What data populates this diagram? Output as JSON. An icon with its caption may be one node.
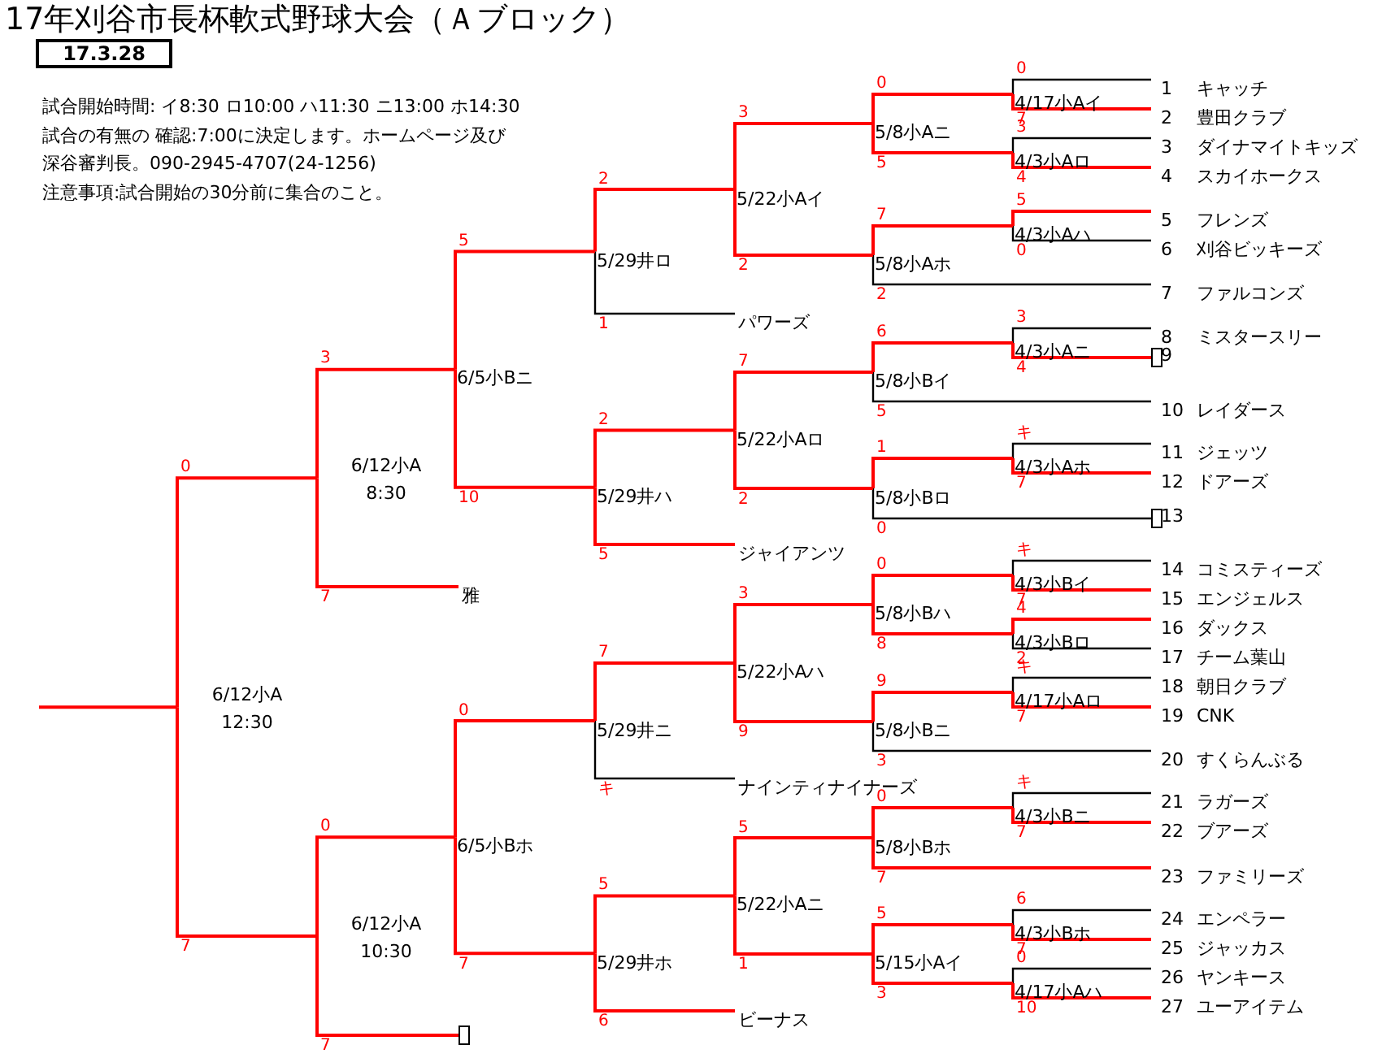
{
  "diagram": {
    "title": "17年刈谷市長杯軟式野球大会（Ａブロック）",
    "nodes": [
      {
        "text": [
          "17.3.28"
        ]
      },
      {
        "text": [
          "キャッチ"
        ],
        "beside": [
          "1"
        ]
      },
      {
        "text": [
          "豊田クラブ"
        ],
        "beside": [
          "2"
        ]
      },
      {
        "text": [
          "ダイナマイトキッズ"
        ],
        "beside": [
          "3"
        ]
      },
      {
        "text": [
          "スカイホークス"
        ],
        "beside": [
          "4"
        ]
      },
      {
        "text": [
          "フレンズ"
        ],
        "beside": [
          "5"
        ]
      },
      {
        "text": [
          "刈谷ビッキーズ"
        ],
        "beside": [
          "6"
        ]
      },
      {
        "text": [
          "ファルコンズ"
        ],
        "beside": [
          "7"
        ]
      },
      {
        "text": [
          "ミスタースリー"
        ],
        "beside": [
          "8"
        ]
      },
      {
        "text": [],
        "shape": "box"
      },
      {
        "text": [
          "レイダース"
        ],
        "beside": [
          "10"
        ]
      },
      {
        "text": [
          "ジェッツ"
        ],
        "beside": [
          "11"
        ]
      },
      {
        "text": [
          "ドアーズ"
        ],
        "beside": [
          "12"
        ]
      },
      {
        "text": [],
        "shape": "box"
      },
      {
        "text": [
          "コミスティーズ"
        ],
        "beside": [
          "14"
        ]
      },
      {
        "text": [
          "エンジェルス"
        ],
        "beside": [
          "15"
        ]
      },
      {
        "text": [
          "ダックス"
        ],
        "beside": [
          "16"
        ]
      },
      {
        "text": [
          "チーム葉山"
        ],
        "beside": [
          "17"
        ]
      },
      {
        "text": [
          "朝日クラブ"
        ],
        "beside": [
          "18"
        ]
      },
      {
        "text": [
          "CNK"
        ],
        "beside": [
          "19"
        ]
      },
      {
        "text": [
          "すくらんぶる"
        ],
        "beside": [
          "20"
        ]
      },
      {
        "text": [
          "ラガーズ"
        ],
        "beside": [
          "21"
        ]
      },
      {
        "text": [
          "ブアーズ"
        ],
        "beside": [
          "22"
        ]
      },
      {
        "text": [
          "ファミリーズ"
        ],
        "beside": [
          "23"
        ]
      },
      {
        "text": [
          "エンペラー"
        ],
        "beside": [
          "24"
        ]
      },
      {
        "text": [
          "ジャッカス"
        ],
        "beside": [
          "25"
        ]
      },
      {
        "text": [
          "ヤンキース"
        ],
        "beside": [
          "26"
        ]
      },
      {
        "text": [
          "ユーアイテム"
        ],
        "beside": [
          "27"
        ]
      },
      {
        "text": [
          "パワーズ"
        ]
      },
      {
        "text": [
          "ジャイアンツ"
        ]
      },
      {
        "text": [
          "ナインティナイナーズ"
        ]
      },
      {
        "text": [
          "ビーナス"
        ]
      },
      {
        "text": [
          "雅"
        ]
      },
      {
        "text": [],
        "shape": "box"
      },
      {
        "text": [
          "4/17小Aイ"
        ]
      },
      {
        "text": [
          "4/3小Aロ"
        ]
      },
      {
        "text": [
          "4/3小Aハ"
        ]
      },
      {
        "text": [
          "4/3小Aニ"
        ]
      },
      {
        "text": [
          "4/3小Aホ"
        ]
      },
      {
        "text": [
          "4/3小Bイ"
        ]
      },
      {
        "text": [
          "4/3小Bロ"
        ]
      },
      {
        "text": [
          "4/17小Aロ"
        ]
      },
      {
        "text": [
          "4/3小Bニ"
        ]
      },
      {
        "text": [
          "4/3小Bホ"
        ]
      },
      {
        "text": [
          "4/17小Aハ"
        ]
      },
      {
        "text": [
          "5/8小Aニ"
        ]
      },
      {
        "text": [
          "5/8小Aホ"
        ]
      },
      {
        "text": [
          "5/8小Bイ"
        ]
      },
      {
        "text": [
          "5/8小Bロ"
        ]
      },
      {
        "text": [
          "5/8小Bハ"
        ]
      },
      {
        "text": [
          "5/8小Bニ"
        ]
      },
      {
        "text": [
          "5/8小Bホ"
        ]
      },
      {
        "text": [
          "5/15小Aイ"
        ]
      },
      {
        "text": [
          "5/22小Aイ"
        ]
      },
      {
        "text": [
          "5/22小Aロ"
        ]
      },
      {
        "text": [
          "5/22小Aハ"
        ]
      },
      {
        "text": [
          "5/22小Aニ"
        ]
      },
      {
        "text": [
          "5/29井ロ"
        ]
      },
      {
        "text": [
          "5/29井ハ"
        ]
      },
      {
        "text": [
          "5/29井ニ"
        ]
      },
      {
        "text": [
          "5/29井ホ"
        ]
      },
      {
        "text": [
          "6/5小Bニ"
        ]
      },
      {
        "text": [
          "6/5小Bホ"
        ]
      },
      {
        "text": [
          "6/12小A",
          "8:30"
        ]
      },
      {
        "text": [
          "6/12小A",
          "10:30"
        ]
      },
      {
        "text": [
          "6/12小A",
          "12:30"
        ]
      }
    ],
    "edges": [
      {
        "from": 1,
        "to": 34,
        "arrow": "none",
        "label": "0",
        "color": "#000000"
      },
      {
        "from": 2,
        "to": 34,
        "arrow": "none",
        "label": "7"
      },
      {
        "from": 3,
        "to": 35,
        "arrow": "none",
        "label": "3",
        "color": "#000000"
      },
      {
        "from": 4,
        "to": 35,
        "arrow": "none",
        "label": "4"
      },
      {
        "from": 5,
        "to": 36,
        "arrow": "none",
        "label": "5"
      },
      {
        "from": 6,
        "to": 36,
        "arrow": "none",
        "label": "0",
        "color": "#000000"
      },
      {
        "from": 8,
        "to": 37,
        "arrow": "none",
        "label": "3",
        "color": "#000000"
      },
      {
        "from": 9,
        "to": 37,
        "arrow": "none",
        "label": "4"
      },
      {
        "from": 11,
        "to": 38,
        "arrow": "none",
        "label": "キ",
        "color": "#000000"
      },
      {
        "from": 12,
        "to": 38,
        "arrow": "none",
        "label": "7"
      },
      {
        "from": 14,
        "to": 39,
        "arrow": "none",
        "label": "キ",
        "color": "#000000"
      },
      {
        "from": 15,
        "to": 39,
        "arrow": "none",
        "label": "7"
      },
      {
        "from": 16,
        "to": 40,
        "arrow": "none",
        "label": "4"
      },
      {
        "from": 17,
        "to": 40,
        "arrow": "none",
        "label": "2",
        "color": "#000000"
      },
      {
        "from": 18,
        "to": 41,
        "arrow": "none",
        "label": "キ",
        "color": "#000000"
      },
      {
        "from": 19,
        "to": 41,
        "arrow": "none",
        "label": "7"
      },
      {
        "from": 21,
        "to": 42,
        "arrow": "none",
        "label": "キ",
        "color": "#000000"
      },
      {
        "from": 22,
        "to": 42,
        "arrow": "none",
        "label": "7"
      },
      {
        "from": 24,
        "to": 43,
        "arrow": "none",
        "label": "6",
        "color": "#000000"
      },
      {
        "from": 25,
        "to": 43,
        "arrow": "none",
        "label": "7"
      },
      {
        "from": 26,
        "to": 44,
        "arrow": "none",
        "label": "0",
        "color": "#000000"
      },
      {
        "from": 27,
        "to": 44,
        "arrow": "none",
        "label": "10"
      },
      {
        "from": 34,
        "to": 45,
        "arrow": "none",
        "label": "0"
      },
      {
        "from": 35,
        "to": 45,
        "arrow": "none",
        "label": "5"
      },
      {
        "from": 36,
        "to": 46,
        "arrow": "none",
        "label": "7"
      },
      {
        "from": 7,
        "to": 46,
        "arrow": "none",
        "label": "2",
        "color": "#000000"
      },
      {
        "from": 37,
        "to": 47,
        "arrow": "none",
        "label": "6"
      },
      {
        "from": 10,
        "to": 47,
        "arrow": "none",
        "label": "5",
        "color": "#000000"
      },
      {
        "from": 38,
        "to": 48,
        "arrow": "none",
        "label": "1"
      },
      {
        "from": 13,
        "to": 48,
        "arrow": "none",
        "label": "0",
        "color": "#000000"
      },
      {
        "from": 39,
        "to": 49,
        "arrow": "none",
        "label": "0"
      },
      {
        "from": 40,
        "to": 49,
        "arrow": "none",
        "label": "8"
      },
      {
        "from": 41,
        "to": 50,
        "arrow": "none",
        "label": "9"
      },
      {
        "from": 20,
        "to": 50,
        "arrow": "none",
        "label": "3",
        "color": "#000000"
      },
      {
        "from": 42,
        "to": 51,
        "arrow": "none",
        "label": "0"
      },
      {
        "from": 23,
        "to": 51,
        "arrow": "none",
        "label": "7"
      },
      {
        "from": 43,
        "to": 52,
        "arrow": "none",
        "label": "5"
      },
      {
        "from": 44,
        "to": 52,
        "arrow": "none",
        "label": "3"
      },
      {
        "from": 45,
        "to": 53,
        "arrow": "none",
        "label": "3"
      },
      {
        "from": 46,
        "to": 53,
        "arrow": "none",
        "label": "2"
      },
      {
        "from": 47,
        "to": 54,
        "arrow": "none",
        "label": "7"
      },
      {
        "from": 48,
        "to": 54,
        "arrow": "none",
        "label": "2"
      },
      {
        "from": 49,
        "to": 55,
        "arrow": "none",
        "label": "3"
      },
      {
        "from": 50,
        "to": 55,
        "arrow": "none",
        "label": "9"
      },
      {
        "from": 51,
        "to": 56,
        "arrow": "none",
        "label": "5"
      },
      {
        "from": 52,
        "to": 56,
        "arrow": "none",
        "label": "1"
      },
      {
        "from": 53,
        "to": 57,
        "arrow": "none",
        "label": "2"
      },
      {
        "from": 28,
        "to": 57,
        "arrow": "none",
        "label": "1",
        "color": "#000000"
      },
      {
        "from": 54,
        "to": 58,
        "arrow": "none",
        "label": "2"
      },
      {
        "from": 29,
        "to": 58,
        "arrow": "none",
        "label": "5"
      },
      {
        "from": 55,
        "to": 59,
        "arrow": "none",
        "label": "7"
      },
      {
        "from": 30,
        "to": 59,
        "arrow": "none",
        "label": "キ",
        "color": "#000000"
      },
      {
        "from": 56,
        "to": 60,
        "arrow": "none",
        "label": "5"
      },
      {
        "from": 31,
        "to": 60,
        "arrow": "none",
        "label": "6"
      },
      {
        "from": 57,
        "to": 61,
        "arrow": "none",
        "label": "5"
      },
      {
        "from": 58,
        "to": 61,
        "arrow": "none",
        "label": "10"
      },
      {
        "from": 59,
        "to": 62,
        "arrow": "none",
        "label": "0"
      },
      {
        "from": 60,
        "to": 62,
        "arrow": "none",
        "label": "7"
      },
      {
        "from": 61,
        "to": 63,
        "arrow": "none",
        "label": "3"
      },
      {
        "from": 32,
        "to": 63,
        "arrow": "none",
        "label": "7"
      },
      {
        "from": 62,
        "to": 64,
        "arrow": "none",
        "label": "0"
      },
      {
        "from": 33,
        "to": 64,
        "arrow": "none",
        "label": "7"
      },
      {
        "from": 63,
        "to": 65,
        "arrow": "none",
        "label": "0"
      },
      {
        "from": 64,
        "to": 65,
        "arrow": "none",
        "label": "7"
      },
      {
        "from": 65,
        "to": null,
        "arrow": "none"
      }
    ],
    "labels": [
      "試合開始時間: イ8:30 ロ10:00 ハ11:30 ニ13:00 ホ14:30",
      "試合の有無の 確認:7:00に決定します。ホームページ及び",
      "深谷審判長。090-2945-4707(24-1256)",
      "注意事項:試合開始の30分前に集合のこと。",
      "9",
      "13"
    ]
  }
}
